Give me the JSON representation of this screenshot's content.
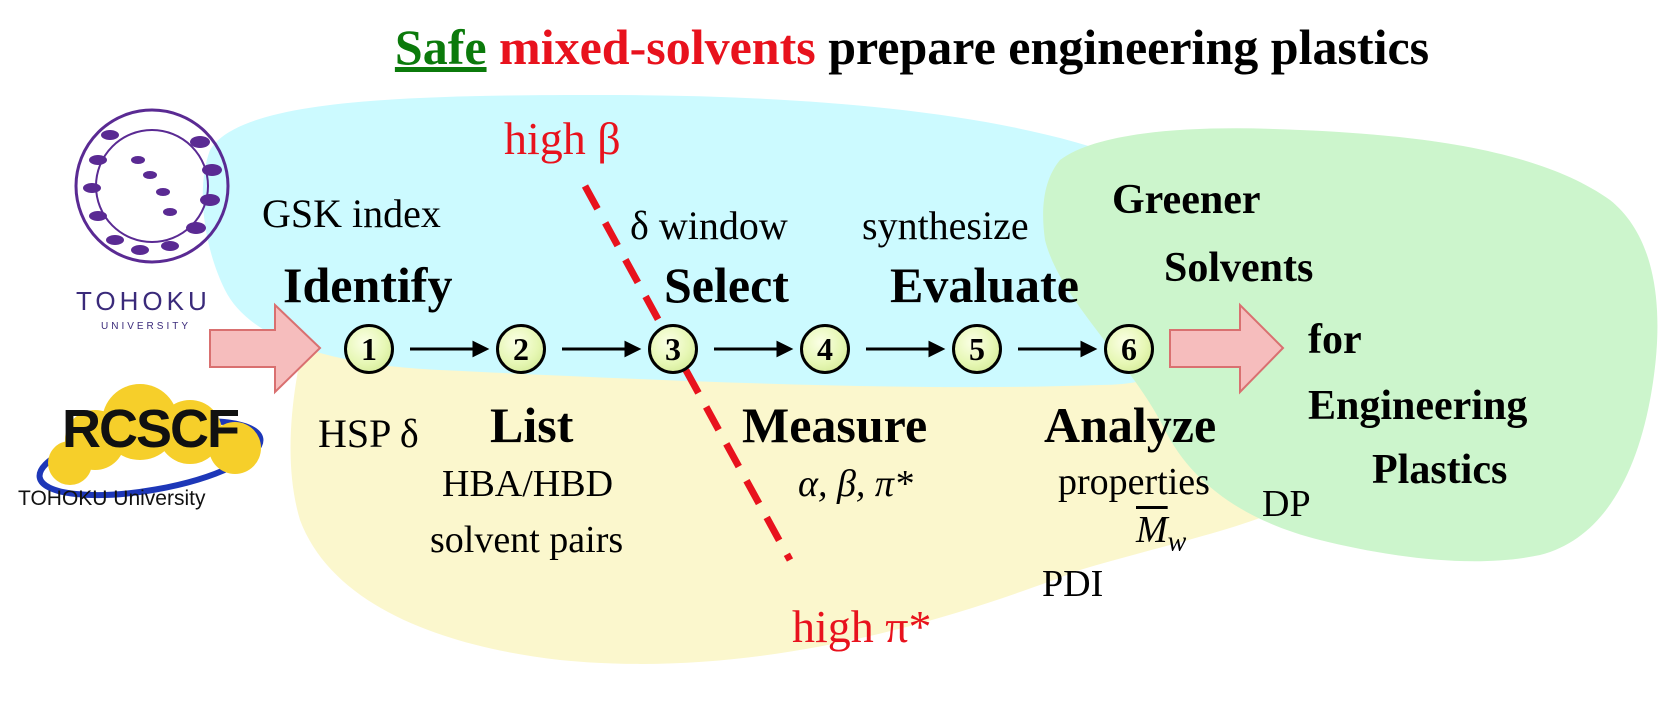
{
  "title": {
    "safe": "Safe",
    "mixed": "mixed-solvents",
    "rest": "prepare engineering plastics"
  },
  "logos": {
    "tohoku_name": "TOHOKU",
    "tohoku_sub": "UNIVERSITY",
    "rcscf": "RCSCF",
    "rcscf_sub": "TOHOKU University"
  },
  "dashed_line": {
    "top_label": "high β",
    "bottom_label": "high π*"
  },
  "steps": [
    {
      "num": "1",
      "top_label": "Identify",
      "top_note": "GSK index",
      "bottom_note": "HSP δ"
    },
    {
      "num": "2",
      "bottom_label": "List",
      "bottom_note_1": "HBA/HBD",
      "bottom_note_2": "solvent pairs"
    },
    {
      "num": "3",
      "top_label": "Select",
      "top_note": "δ window"
    },
    {
      "num": "4",
      "bottom_label": "Measure",
      "bottom_note": "α, β, π*"
    },
    {
      "num": "5",
      "top_label": "Evaluate",
      "top_note": "synthesize"
    },
    {
      "num": "6",
      "bottom_label": "Analyze",
      "bottom_note": "properties",
      "mw": "M",
      "mw_sub": "w",
      "pdi": "PDI",
      "dp": "DP"
    }
  ],
  "outcome": {
    "line1": "Greener",
    "line2": "Solvents",
    "line3": "for",
    "line4": "Engineering",
    "line5": "Plastics"
  },
  "colors": {
    "cyan": "#ccfaff",
    "yellow": "#fbf7cd",
    "green": "#ccf5cc",
    "red": "#e8121d",
    "arrow_fill": "#f4b6b6",
    "arrow_stroke": "#d66"
  }
}
